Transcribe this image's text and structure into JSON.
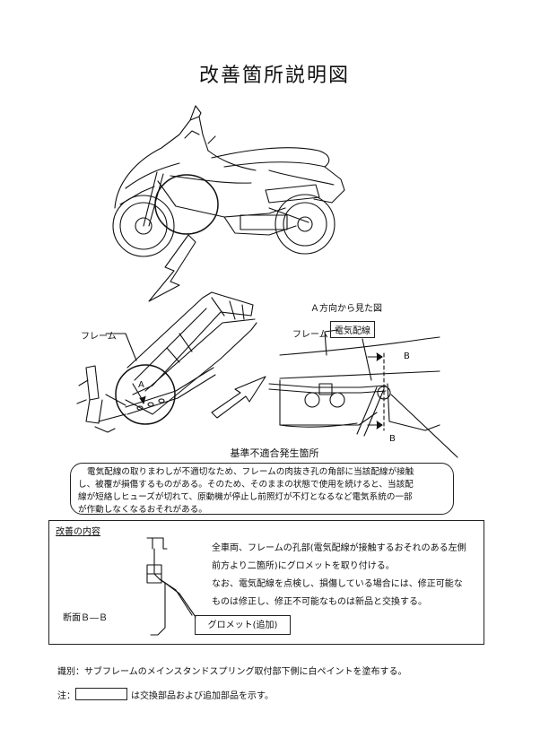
{
  "title": "改善箇所説明図",
  "labels": {
    "frame_left": "フレーム",
    "view_a_caption": "Ａ方向から見た図",
    "frame_right": "フレーム",
    "wire": "電気配線",
    "b_top": "B",
    "b_bottom": "B",
    "a_marker": "A"
  },
  "nonconformity": {
    "title": "基準不適合発生箇所",
    "lines": [
      "電気配線の取りまわしが不適切なため、フレームの肉抜き孔の角部に当該配線が接触",
      "し、被覆が損傷するものがある。そのため、そのままの状態で使用を続けると、当該配",
      "線が短絡しヒューズが切れて、原動機が停止し前照灯が不灯となるなど電気系統の一部",
      "が作動しなくなるおそれがある。"
    ]
  },
  "improvement": {
    "title": "改善の内容",
    "lines": [
      "全車両、フレームの孔部(電気配線が接触するおそれのある左側",
      "前方より二箇所)にグロメットを取り付ける。",
      "なお、電気配線を点検し、損傷している場合には、修正可能な",
      "ものは修正し、修正不可能なものは新品と交換する。"
    ],
    "grommet_label": "グロメット(追加)",
    "section_label": "断面Ｂ―Ｂ"
  },
  "footer": {
    "identification": "識別：サブフレームのメインスタンドスプリング取付部下側に白ペイントを塗布する。",
    "note_prefix": "注：",
    "note_suffix": "は交換部品および追加部品を示す。"
  }
}
